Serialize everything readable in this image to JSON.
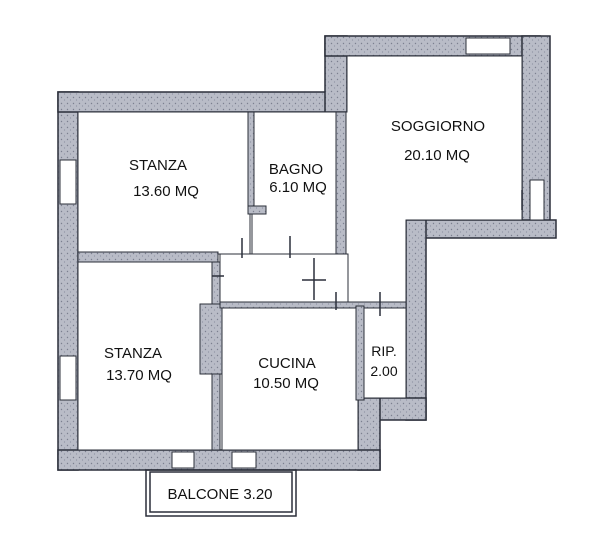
{
  "rooms": {
    "stanza1": {
      "name": "STANZA",
      "area": "13.60 MQ"
    },
    "bagno": {
      "name": "BAGNO",
      "area": "6.10 MQ"
    },
    "soggiorno": {
      "name": "SOGGIORNO",
      "area": "20.10 MQ"
    },
    "stanza2": {
      "name": "STANZA",
      "area": "13.70 MQ"
    },
    "cucina": {
      "name": "CUCINA",
      "area": "10.50 MQ"
    },
    "ripostiglio": {
      "name": "RIP.",
      "area": "2.00"
    },
    "balcone": {
      "label": "BALCONE 3.20"
    }
  },
  "colors": {
    "wall_fill": "#b9bcc7",
    "wall_stroke": "#2b2f3a",
    "floor": "#ffffff"
  }
}
